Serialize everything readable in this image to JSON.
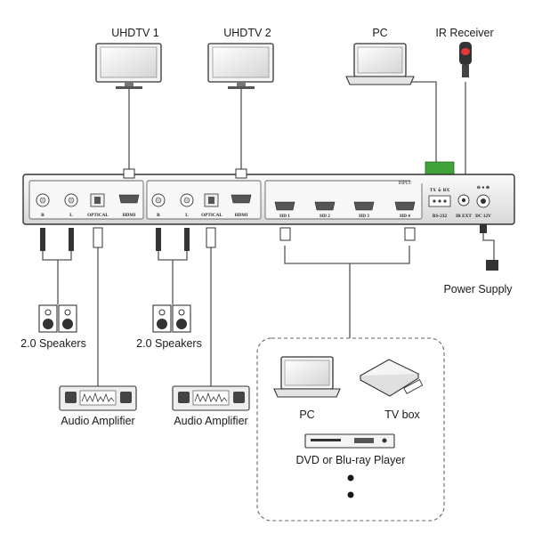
{
  "displays": [
    {
      "label": "UHDTV 1"
    },
    {
      "label": "UHDTV 2"
    }
  ],
  "pc_top": {
    "label": "PC"
  },
  "ir_receiver": {
    "label": "IR Receiver"
  },
  "power_supply": {
    "label": "Power Supply"
  },
  "device": {
    "input_label": "INPUT",
    "output_groups": [
      {
        "r": "R",
        "l": "L",
        "optical": "OPTICAL",
        "hdmi": "HDMI"
      },
      {
        "r": "R",
        "l": "L",
        "optical": "OPTICAL",
        "hdmi": "HDMI"
      }
    ],
    "inputs": [
      "HD 1",
      "HD 2",
      "HD 3",
      "HD 4"
    ],
    "rs232": {
      "label": "RS-232",
      "pins": "TX ⏚ RX"
    },
    "ir_ext": "IR EXT",
    "dc": "DC 12V"
  },
  "speakers": [
    {
      "label": "2.0 Speakers"
    },
    {
      "label": "2.0 Speakers"
    }
  ],
  "amplifiers": [
    {
      "label": "Audio Amplifier"
    },
    {
      "label": "Audio Amplifier"
    }
  ],
  "sources": {
    "pc": "PC",
    "tvbox": "TV box",
    "player": "DVD or Blu-ray Player"
  }
}
